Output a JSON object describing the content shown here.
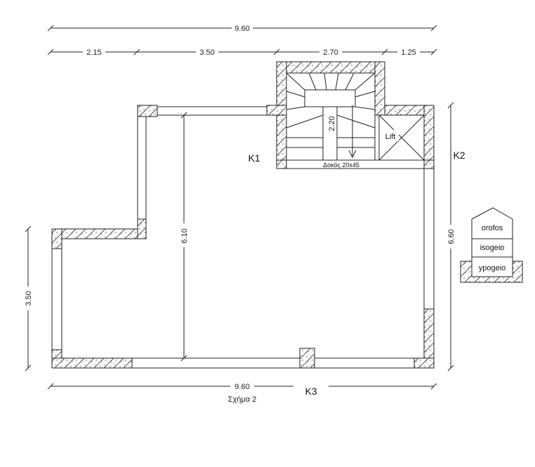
{
  "dimensions": {
    "top_total": "9.60",
    "top_segments": [
      "2.15",
      "3.50",
      "2.70",
      "1.25"
    ],
    "bottom_total": "9.60",
    "left_side": "3.50",
    "right_side": "6.60",
    "interior_height": "6.10",
    "stair_length": "2.20"
  },
  "labels": {
    "k1": "K1",
    "k2": "K2",
    "k3": "K3",
    "lift": "Lift",
    "beam": "Δοκός 20x45",
    "caption": "Σχήμα 2"
  },
  "legend": {
    "levels": [
      "orofos",
      "isogeio",
      "ypogeio"
    ]
  }
}
